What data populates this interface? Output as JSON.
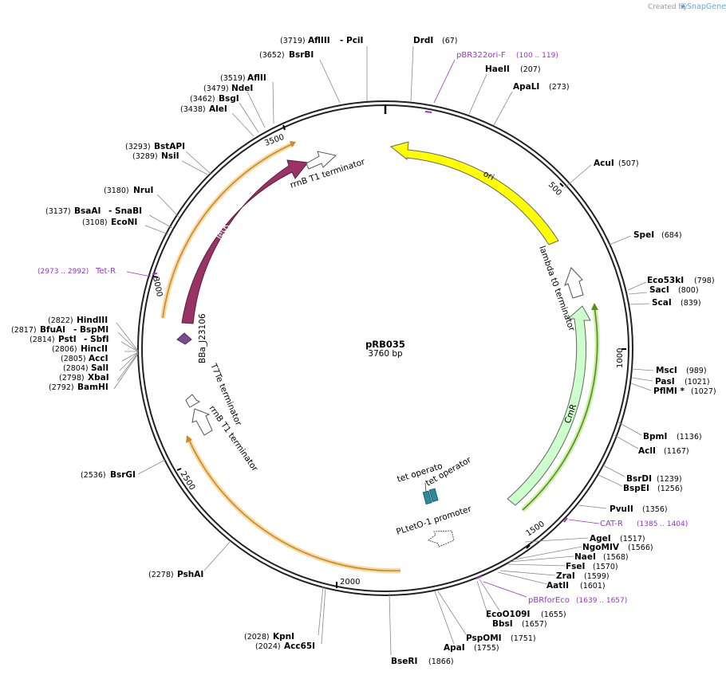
{
  "credit": {
    "text": "Created by",
    "brand": "SnapGene"
  },
  "plasmid": {
    "name": "pRB035",
    "size": "3760 bp"
  },
  "sites": [
    {
      "name": "PciI",
      "pos": "",
      "label": "- PciI"
    },
    {
      "name": "AflIII",
      "pos": "(3719)"
    },
    {
      "name": "DrdI",
      "pos": "(67)"
    },
    {
      "name": "BsrBI",
      "pos": "(3652)"
    },
    {
      "name": "HaeII",
      "pos": "(207)"
    },
    {
      "name": "ApaLI",
      "pos": "(273)"
    },
    {
      "name": "AflII",
      "pos": "(3519)"
    },
    {
      "name": "NdeI",
      "pos": "(3479)"
    },
    {
      "name": "BsgI",
      "pos": "(3462)"
    },
    {
      "name": "AleI",
      "pos": "(3438)"
    },
    {
      "name": "AcuI",
      "pos": "(507)"
    },
    {
      "name": "BstAPI",
      "pos": "(3293)"
    },
    {
      "name": "NsiI",
      "pos": "(3289)"
    },
    {
      "name": "SpeI",
      "pos": "(684)"
    },
    {
      "name": "NruI",
      "pos": "(3180)"
    },
    {
      "name": "BsaAI",
      "pos": "(3137)"
    },
    {
      "name": "SnaBI",
      "pos": ""
    },
    {
      "name": "EcoNI",
      "pos": "(3108)"
    },
    {
      "name": "Eco53kI",
      "pos": "(798)"
    },
    {
      "name": "SacI",
      "pos": "(800)"
    },
    {
      "name": "ScaI",
      "pos": "(839)"
    },
    {
      "name": "HindIII",
      "pos": "(2822)"
    },
    {
      "name": "BfuAI",
      "pos": "(2817)"
    },
    {
      "name": "BspMI",
      "pos": ""
    },
    {
      "name": "PstI",
      "pos": "(2814)"
    },
    {
      "name": "SbfI",
      "pos": ""
    },
    {
      "name": "HincII",
      "pos": "(2806)"
    },
    {
      "name": "AccI",
      "pos": "(2805)"
    },
    {
      "name": "SalI",
      "pos": "(2804)"
    },
    {
      "name": "XbaI",
      "pos": "(2798)"
    },
    {
      "name": "BamHI",
      "pos": "(2792)"
    },
    {
      "name": "MscI",
      "pos": "(989)"
    },
    {
      "name": "PasI",
      "pos": "(1021)"
    },
    {
      "name": "PflMI *",
      "pos": "(1027)"
    },
    {
      "name": "BpmI",
      "pos": "(1136)"
    },
    {
      "name": "AclI",
      "pos": "(1167)"
    },
    {
      "name": "BsrDI",
      "pos": "(1239)"
    },
    {
      "name": "BspEI",
      "pos": "(1256)"
    },
    {
      "name": "PvuII",
      "pos": "(1356)"
    },
    {
      "name": "BsrGI",
      "pos": "(2536)"
    },
    {
      "name": "AgeI",
      "pos": "(1517)"
    },
    {
      "name": "NgoMIV",
      "pos": "(1566)"
    },
    {
      "name": "NaeI",
      "pos": "(1568)"
    },
    {
      "name": "FseI",
      "pos": "(1570)"
    },
    {
      "name": "ZraI",
      "pos": "(1599)"
    },
    {
      "name": "AatII",
      "pos": "(1601)"
    },
    {
      "name": "PshAI",
      "pos": "(2278)"
    },
    {
      "name": "EcoO109I",
      "pos": "(1655)"
    },
    {
      "name": "BbsI",
      "pos": "(1657)"
    },
    {
      "name": "PspOMI",
      "pos": "(1751)"
    },
    {
      "name": "ApaI",
      "pos": "(1755)"
    },
    {
      "name": "KpnI",
      "pos": "(2028)"
    },
    {
      "name": "Acc65I",
      "pos": "(2024)"
    },
    {
      "name": "BseRI",
      "pos": "(1866)"
    }
  ],
  "primers": [
    {
      "name": "pBR322ori-F",
      "range": "(100 .. 119)"
    },
    {
      "name": "Tet-R",
      "range": "(2973 .. 2992)"
    },
    {
      "name": "CAT-R",
      "range": "(1385 .. 1404)"
    },
    {
      "name": "pBRforEco",
      "range": "(1639 .. 1657)"
    }
  ],
  "features": {
    "ori": "ori",
    "lambda": "lambda t0 terminator",
    "cmr": "CmR",
    "tetr": "TetR",
    "rrnb_top": "rrnB T1 terminator",
    "rrnb_bottom": "rrnB T1 terminator",
    "t7te": "T7Te terminator",
    "bba": "BBa_J23106",
    "tetop1": "tet operator",
    "tetop2": "tet operator",
    "pltet": "PLtetO-1 promoter"
  },
  "ticks": [
    "500",
    "1000",
    "1500",
    "2000",
    "2500",
    "3000",
    "3500"
  ],
  "colors": {
    "ori": "#ffff00",
    "cmr": "#ccffcc",
    "tetr": "#993366",
    "bba": "#7b4c8c",
    "tetop": "#2e8b9b",
    "primer": "#9b30d9",
    "orf": "#f5b041",
    "orf_green": "#5b8c1a"
  }
}
